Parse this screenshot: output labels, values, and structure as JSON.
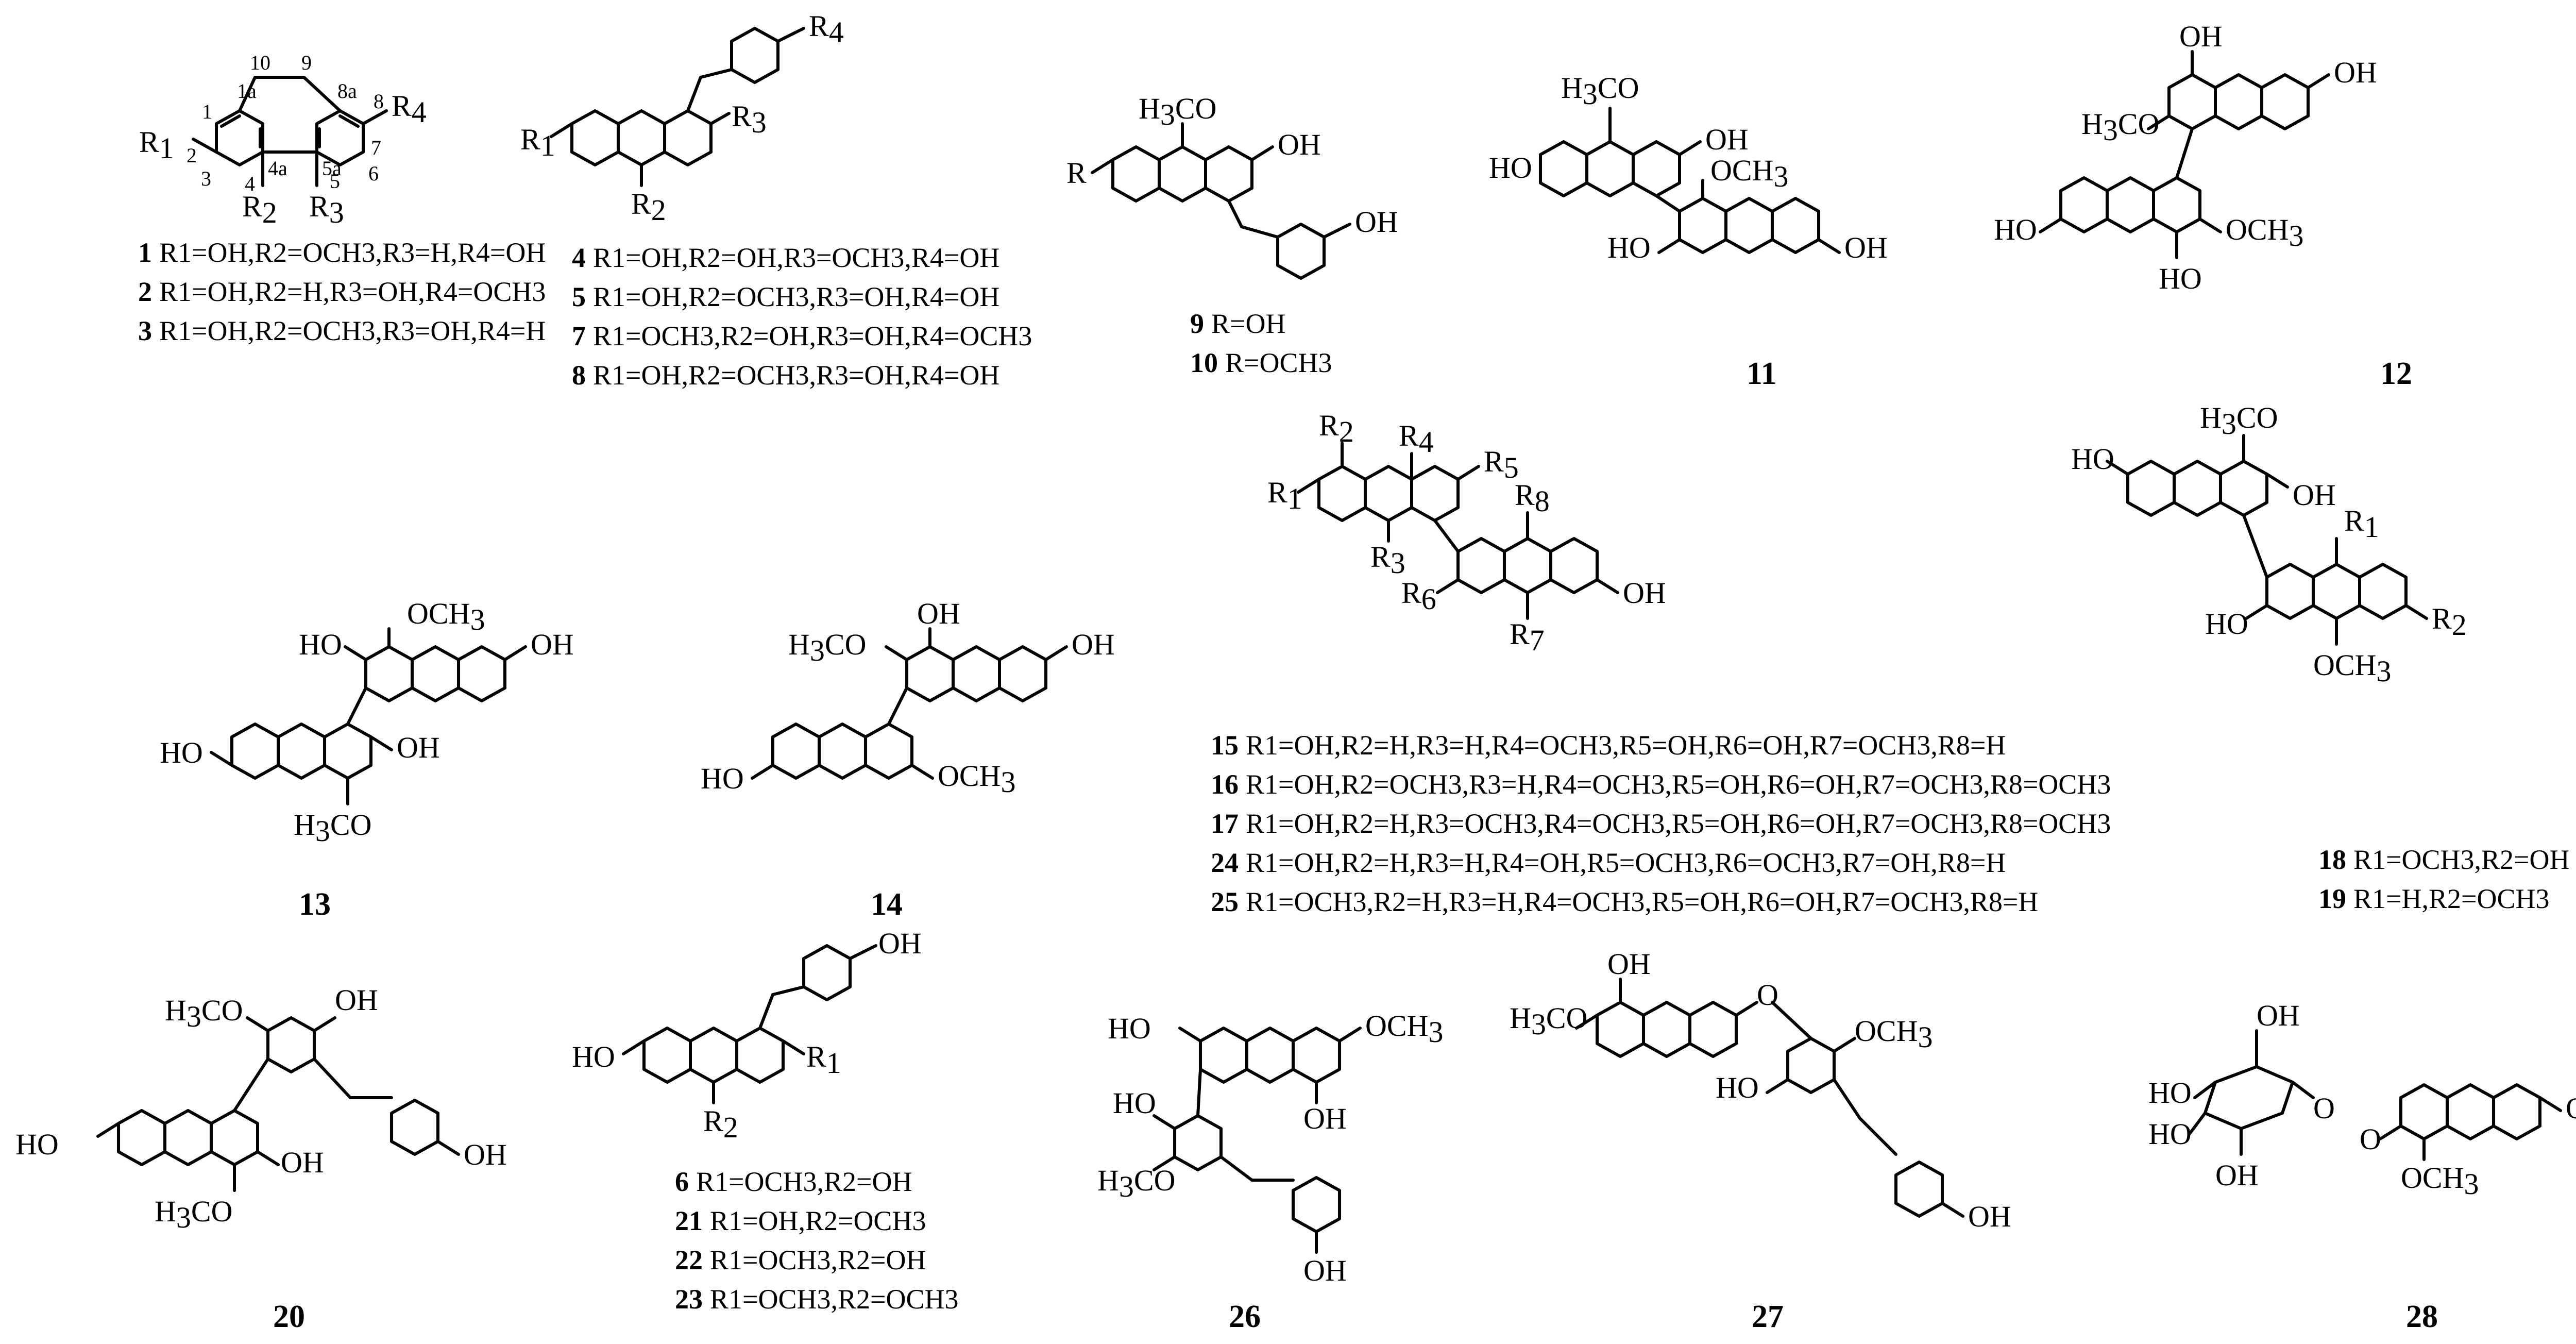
{
  "compounds": [
    {
      "id": "1",
      "rgroups": "R1=OH,R2=OCH3,R3=H,R4=OH"
    },
    {
      "id": "2",
      "rgroups": "R1=OH,R2=H,R3=OH,R4=OCH3"
    },
    {
      "id": "3",
      "rgroups": "R1=OH,R2=OCH3,R3=OH,R4=H"
    },
    {
      "id": "4",
      "rgroups": "R1=OH,R2=OH,R3=OCH3,R4=OH"
    },
    {
      "id": "5",
      "rgroups": "R1=OH,R2=OCH3,R3=OH,R4=OH"
    },
    {
      "id": "7",
      "rgroups": "R1=OCH3,R2=OH,R3=OH,R4=OCH3"
    },
    {
      "id": "8",
      "rgroups": "R1=OH,R2=OCH3,R3=OH,R4=OH"
    },
    {
      "id": "9",
      "rgroups": "R=OH"
    },
    {
      "id": "10",
      "rgroups": "R=OCH3"
    },
    {
      "id": "15",
      "rgroups": "R1=OH,R2=H,R3=H,R4=OCH3,R5=OH,R6=OH,R7=OCH3,R8=H"
    },
    {
      "id": "16",
      "rgroups": "R1=OH,R2=OCH3,R3=H,R4=OCH3,R5=OH,R6=OH,R7=OCH3,R8=OCH3"
    },
    {
      "id": "17",
      "rgroups": "R1=OH,R2=H,R3=OCH3,R4=OCH3,R5=OH,R6=OH,R7=OCH3,R8=OCH3"
    },
    {
      "id": "24",
      "rgroups": "R1=OH,R2=H,R3=H,R4=OH,R5=OCH3,R6=OCH3,R7=OH,R8=H"
    },
    {
      "id": "25",
      "rgroups": "R1=OCH3,R2=H,R3=H,R4=OCH3,R5=OH,R6=OH,R7=OCH3,R8=H"
    },
    {
      "id": "18",
      "rgroups": "R1=OCH3,R2=OH"
    },
    {
      "id": "19",
      "rgroups": "R1=H,R2=OCH3"
    },
    {
      "id": "6",
      "rgroups": "R1=OCH3,R2=OH"
    },
    {
      "id": "21",
      "rgroups": "R1=OH,R2=OCH3"
    },
    {
      "id": "22",
      "rgroups": "R1=OCH3,R2=OH"
    },
    {
      "id": "23",
      "rgroups": "R1=OCH3,R2=OCH3"
    }
  ],
  "structure_labels": {
    "s11": "11",
    "s12": "12",
    "s13": "13",
    "s14": "14",
    "s20": "20",
    "s26": "26",
    "s27": "27",
    "s28": "28"
  },
  "atom_labels": {
    "R1": "R1",
    "R2": "R2",
    "R3": "R3",
    "R4": "R4",
    "R5": "R5",
    "R6": "R6",
    "R7": "R7",
    "R8": "R8",
    "R": "R",
    "OH": "OH",
    "HO": "HO",
    "H3CO": "H3CO",
    "OCH3": "OCH3",
    "O": "O",
    "n1": "1",
    "n1a": "1a",
    "n2": "2",
    "n3": "3",
    "n4": "4",
    "n4a": "4a",
    "n5": "5",
    "n5a": "5a",
    "n6": "6",
    "n7": "7",
    "n8": "8",
    "n8a": "8a",
    "n9": "9",
    "n10": "10"
  }
}
